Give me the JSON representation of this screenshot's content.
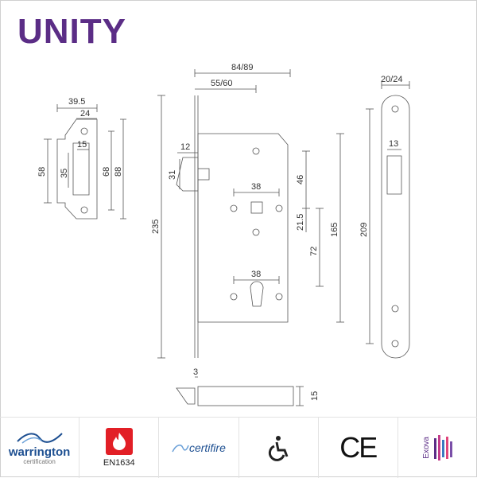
{
  "brand": {
    "name": "UNITY",
    "color": "#5b2d86"
  },
  "dimensions": {
    "overall_depth": "84/89",
    "backset": "55/60",
    "strike_width": "39.5",
    "strike_inner": "24",
    "strike_latch": "15",
    "strike_height": "58",
    "strike_latch_height": "35",
    "strike_hole_centers": "68",
    "strike_plate_height": "88",
    "latch_projection": "12",
    "latch_height": "31",
    "spindle_centers": "38",
    "cylinder_centers": "38",
    "forend_length": "235",
    "upper_offset": "46",
    "spindle_offset": "21.5",
    "spindle_to_cylinder": "72",
    "case_height": "165",
    "forend_height": "209",
    "forend_width": "20/24",
    "forend_latch_width": "13",
    "forend_thickness": "3",
    "bolt_thickness": "15"
  },
  "certifications": [
    {
      "name": "warrington-logo",
      "text": "warrington",
      "sub": "certification"
    },
    {
      "name": "fire-logo",
      "label": "EN1634"
    },
    {
      "name": "certifire-logo",
      "text": "certifire"
    },
    {
      "name": "accessibility-logo"
    },
    {
      "name": "ce-mark",
      "text": "CE"
    },
    {
      "name": "exova-logo",
      "text": "Exova"
    }
  ],
  "colors": {
    "line": "#555555",
    "fire": "#e21f26",
    "warrington": "#1d4f91"
  }
}
